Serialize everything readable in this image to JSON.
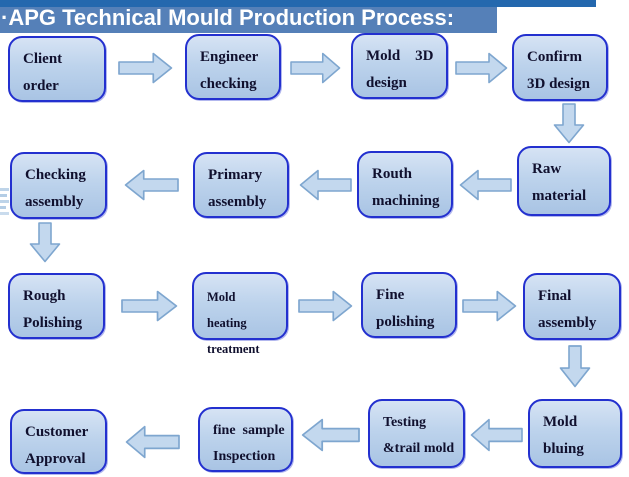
{
  "title": {
    "text": "·APG Technical Mould Production Process:"
  },
  "colors": {
    "title_bar": "#2468ae",
    "title_band": "#5580b8",
    "title_text": "#ffffff",
    "node_border": "#2330cf",
    "node_fill_top": "#d6e3f4",
    "node_fill_bottom": "#a9c4e4",
    "arrow_fill": "#c3d8ee",
    "arrow_border": "#7ea6cf",
    "label_color": "#10102e"
  },
  "nodes": [
    {
      "id": "client-order",
      "label": "Client\norder"
    },
    {
      "id": "engineer-checking",
      "label": "Engineer\nchecking"
    },
    {
      "id": "mold-3d-design",
      "label": "Mold    3D\ndesign"
    },
    {
      "id": "confirm-3d-design",
      "label": "Confirm\n3D design"
    },
    {
      "id": "raw-material",
      "label": "Raw\nmaterial"
    },
    {
      "id": "routh-machining",
      "label": "Routh\nmachining"
    },
    {
      "id": "primary-assembly",
      "label": "Primary\nassembly"
    },
    {
      "id": "checking-assembly",
      "label": "Checking\nassembly"
    },
    {
      "id": "rough-polishing",
      "label": "Rough\nPolishing"
    },
    {
      "id": "mold-heating-treatment",
      "label": "Mold  heating\ntreatment"
    },
    {
      "id": "fine-polishing",
      "label": "Fine\npolishing"
    },
    {
      "id": "final-assembly",
      "label": "Final\nassembly"
    },
    {
      "id": "mold-bluing",
      "label": "Mold\nbluing"
    },
    {
      "id": "testing-trail-mold",
      "label": "Testing\n&trail mold"
    },
    {
      "id": "fine-sample-inspection",
      "label": "fine  sample\nInspection"
    },
    {
      "id": "customer-approval",
      "label": "Customer\nApproval"
    }
  ],
  "edges": [
    {
      "from": "client-order",
      "to": "engineer-checking"
    },
    {
      "from": "engineer-checking",
      "to": "mold-3d-design"
    },
    {
      "from": "mold-3d-design",
      "to": "confirm-3d-design"
    },
    {
      "from": "confirm-3d-design",
      "to": "raw-material"
    },
    {
      "from": "raw-material",
      "to": "routh-machining"
    },
    {
      "from": "routh-machining",
      "to": "primary-assembly"
    },
    {
      "from": "primary-assembly",
      "to": "checking-assembly"
    },
    {
      "from": "checking-assembly",
      "to": "rough-polishing"
    },
    {
      "from": "rough-polishing",
      "to": "mold-heating-treatment"
    },
    {
      "from": "mold-heating-treatment",
      "to": "fine-polishing"
    },
    {
      "from": "fine-polishing",
      "to": "final-assembly"
    },
    {
      "from": "final-assembly",
      "to": "mold-bluing"
    },
    {
      "from": "mold-bluing",
      "to": "testing-trail-mold"
    },
    {
      "from": "testing-trail-mold",
      "to": "fine-sample-inspection"
    },
    {
      "from": "fine-sample-inspection",
      "to": "customer-approval"
    }
  ]
}
